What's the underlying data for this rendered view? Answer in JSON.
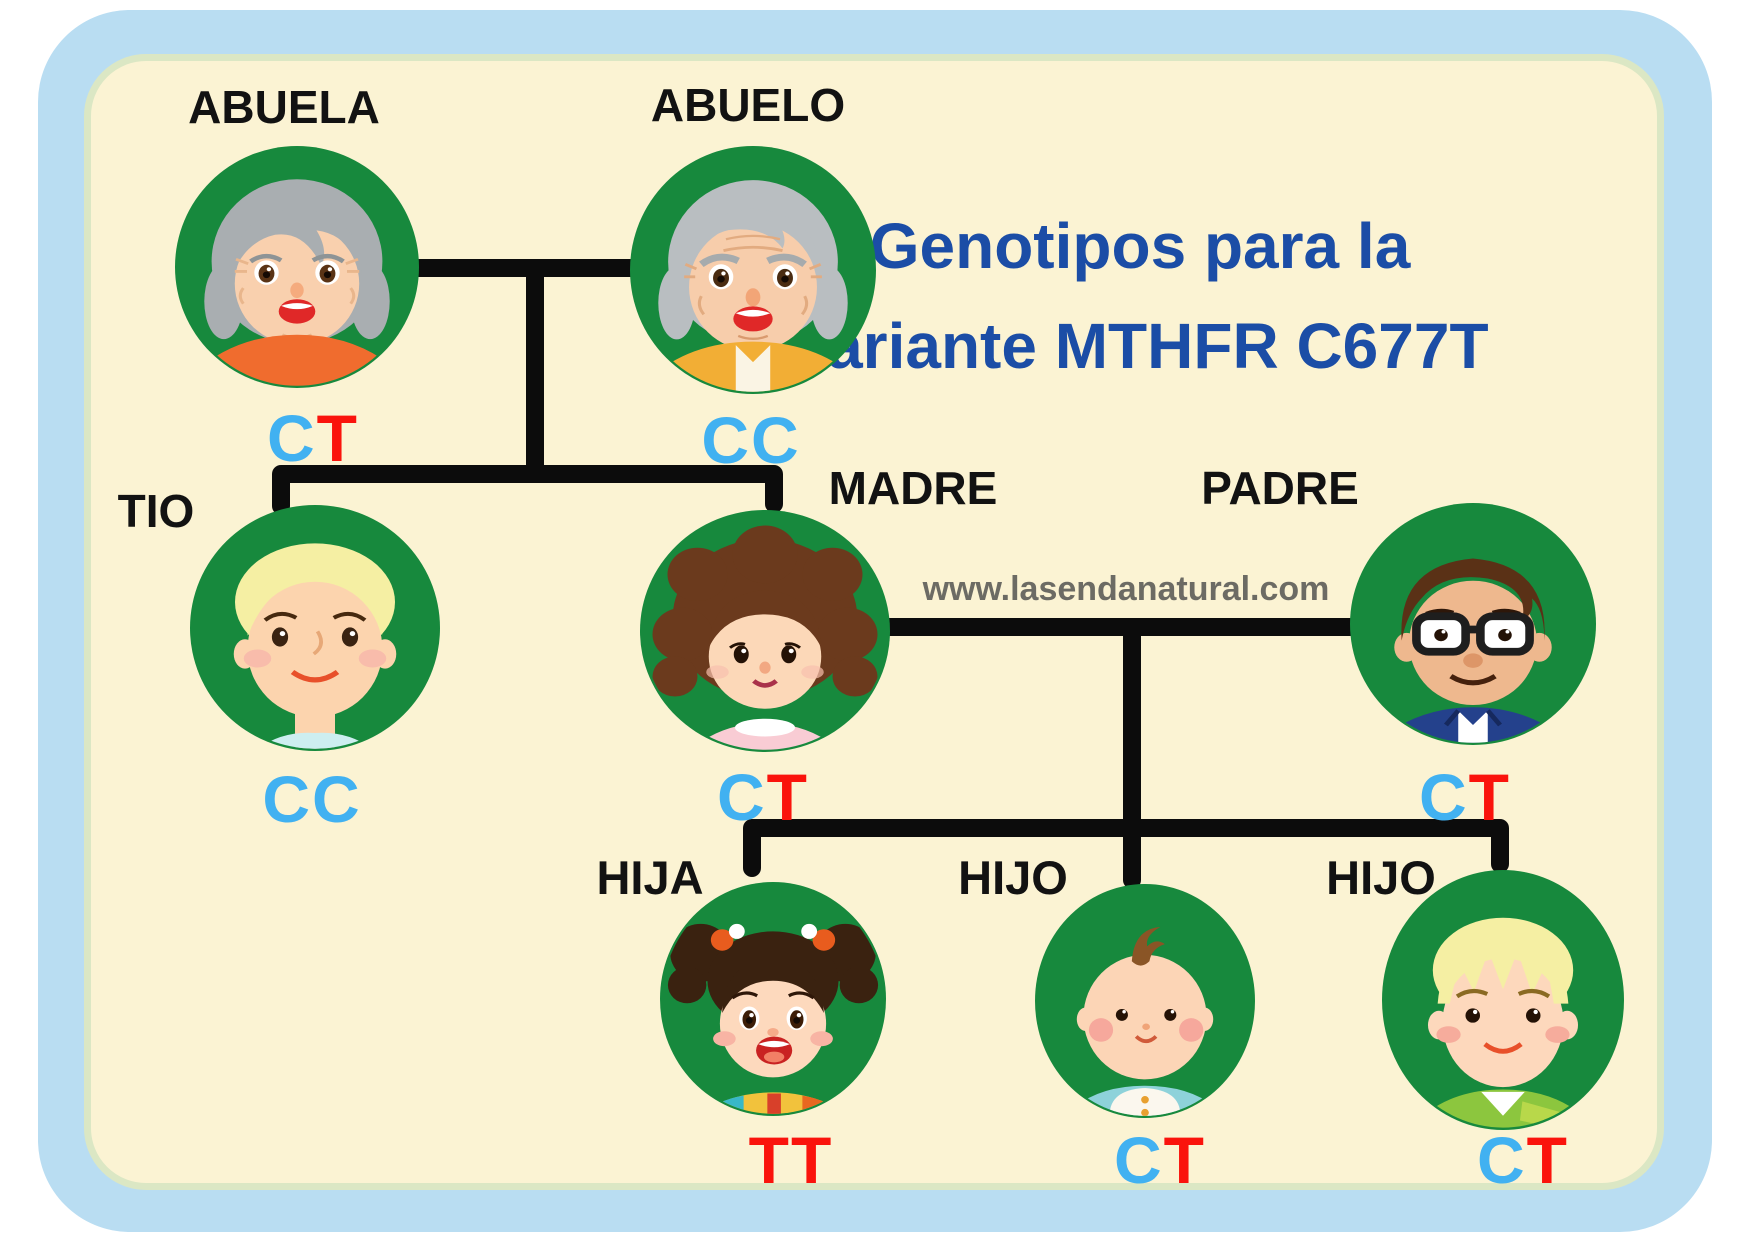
{
  "title": {
    "line1": "Genotipos para la",
    "line2": "variante MTHFR C677T",
    "color": "#1b4da6"
  },
  "watermark": {
    "text": "www.lasendanatural.com",
    "color": "#6c6b64"
  },
  "allele_colors": {
    "C": "#41b1f1",
    "T": "#fa130c"
  },
  "diagram_colors": {
    "background_card": "#b9ddf2",
    "background_panel": "#fbf3d3",
    "circle_green": "#17893d",
    "connector_black": "#0c0c0c",
    "label_black": "#121212"
  },
  "family": {
    "members": [
      {
        "id": "abuela",
        "label": "ABUELA",
        "genotype": "CT",
        "alleles": [
          "C",
          "T"
        ]
      },
      {
        "id": "abuelo",
        "label": "ABUELO",
        "genotype": "CC",
        "alleles": [
          "C",
          "C"
        ]
      },
      {
        "id": "tio",
        "label": "TIO",
        "genotype": "CC",
        "alleles": [
          "C",
          "C"
        ]
      },
      {
        "id": "madre",
        "label": "MADRE",
        "genotype": "CT",
        "alleles": [
          "C",
          "T"
        ]
      },
      {
        "id": "padre",
        "label": "PADRE",
        "genotype": "CT",
        "alleles": [
          "C",
          "T"
        ]
      },
      {
        "id": "hija",
        "label": "HIJA",
        "genotype": "TT",
        "alleles": [
          "T",
          "T"
        ]
      },
      {
        "id": "hijo-medio",
        "label": "HIJO",
        "genotype": "CT",
        "alleles": [
          "C",
          "T"
        ]
      },
      {
        "id": "hijo-menor",
        "label": "HIJO",
        "genotype": "CT",
        "alleles": [
          "C",
          "T"
        ]
      }
    ]
  }
}
